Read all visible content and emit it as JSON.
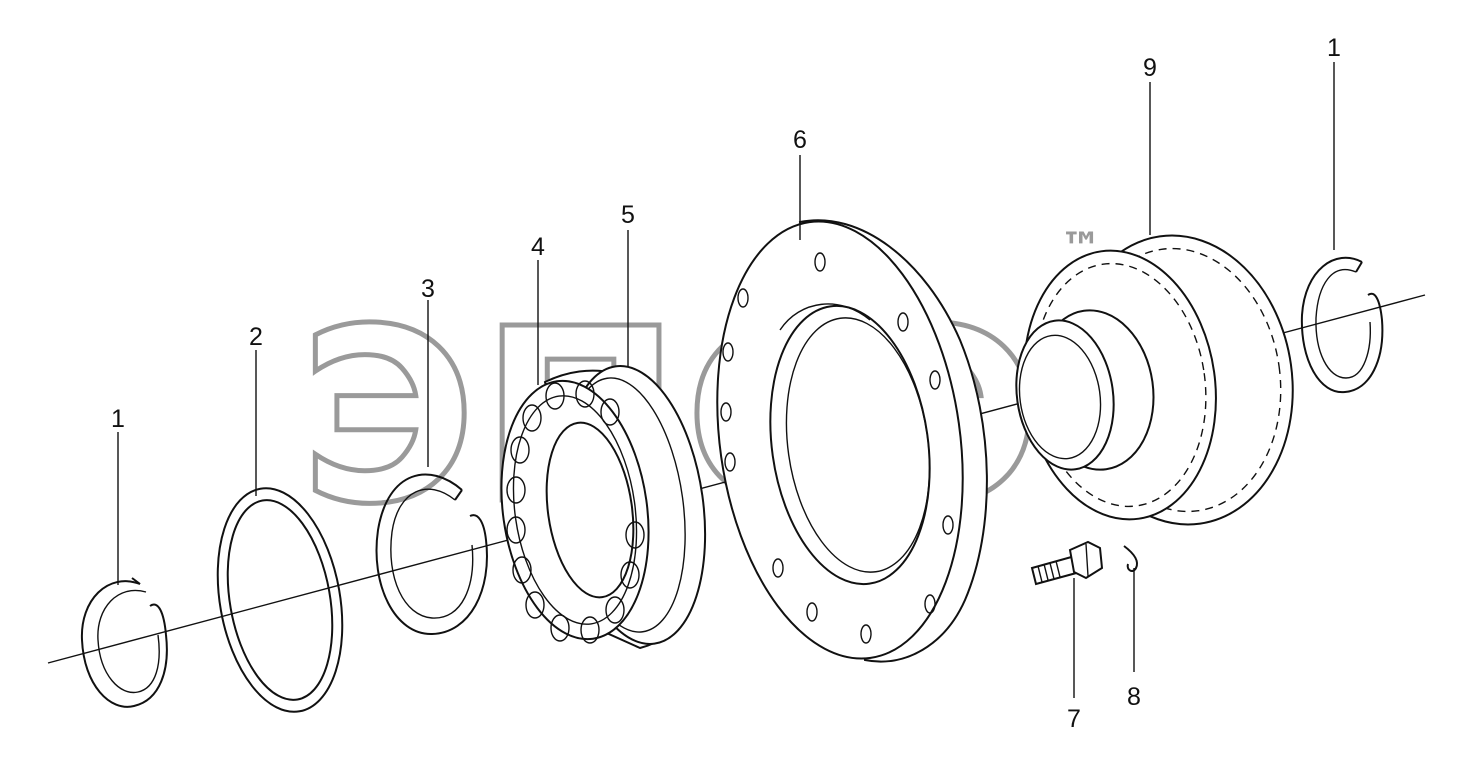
{
  "diagram": {
    "watermark": "ЭПСЭ",
    "trademark": "™",
    "callouts": [
      "1",
      "2",
      "3",
      "4",
      "5",
      "6",
      "9",
      "1",
      "7",
      "8"
    ]
  }
}
